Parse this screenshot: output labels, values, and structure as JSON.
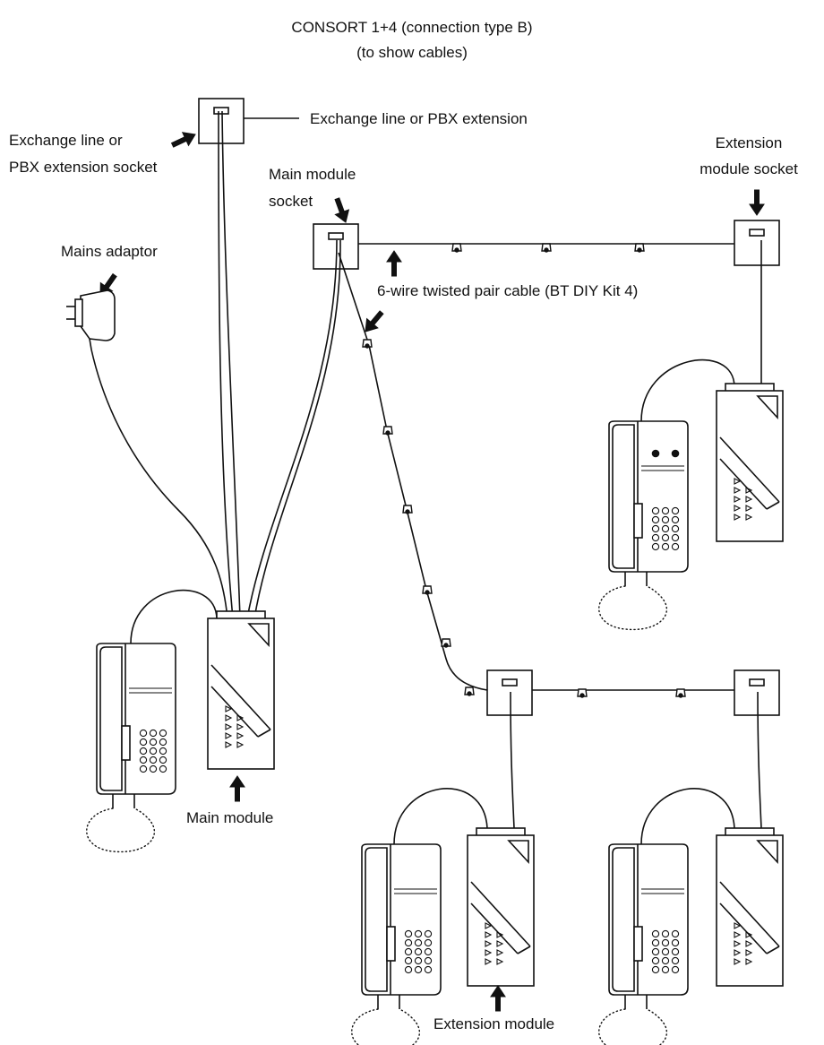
{
  "title": {
    "line1": "CONSORT 1+4 (connection type B)",
    "line2": "(to show cables)"
  },
  "labels": {
    "exchange_line": "Exchange line or PBX extension",
    "exchange_socket_1": "Exchange line or",
    "exchange_socket_2": "PBX extension socket",
    "main_socket_1": "Main module",
    "main_socket_2": "socket",
    "ext_socket_1": "Extension",
    "ext_socket_2": "module socket",
    "cable": "6-wire twisted pair cable (BT DIY Kit 4)",
    "mains_adaptor": "Mains adaptor",
    "main_module": "Main module",
    "extension_module": "Extension module"
  },
  "colors": {
    "ink": "#111111",
    "background": "#ffffff"
  }
}
